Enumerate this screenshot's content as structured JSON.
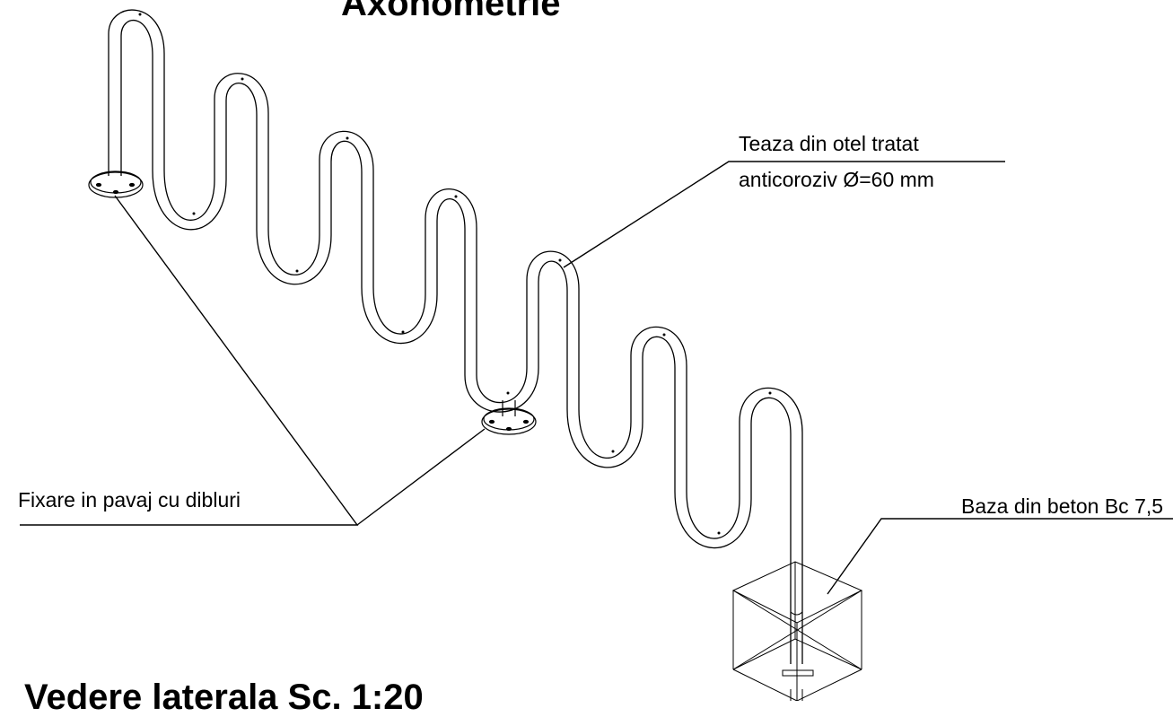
{
  "titles": {
    "axonometry": "Axonometrie",
    "side_view": "Vedere laterala Sc. 1:20"
  },
  "callouts": {
    "tube_line1": "Teaza din otel tratat",
    "tube_line2": "anticoroziv Ø=60 mm",
    "concrete_base": "Baza din beton Bc 7,5",
    "paving_fixing": "Fixare in pavaj cu dibluri"
  },
  "colors": {
    "line": "#000000",
    "background": "#ffffff"
  }
}
